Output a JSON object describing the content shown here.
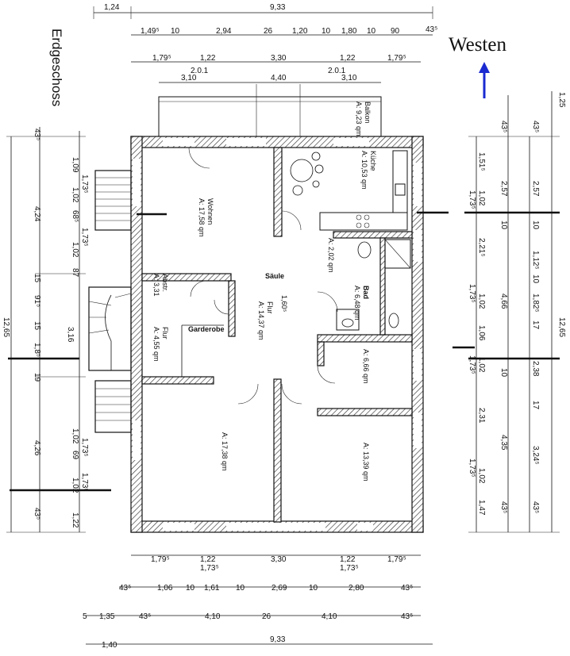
{
  "title": "Erdgeschoss",
  "compass": {
    "label": "Westen",
    "arrow_color": "#1a2ad0"
  },
  "rooms": {
    "wohnen_name": "Wohnen",
    "wohnen_area": "A: 17,58 qm",
    "kueche_name": "Küche",
    "kueche_area": "A: 10,53 qm",
    "balkon_name": "Balkon",
    "balkon_area": "A: 9,23 qm",
    "wc_area": "A: 2,02 qm",
    "bad_name": "Bad",
    "bad_area": "A: 6,48 qm",
    "abstr_name": "Abstr.",
    "abstr_area": "A: 3,31",
    "flur1_name": "Flur",
    "flur1_area": "A: 4,55 qm",
    "flur2_name": "Flur",
    "flur2_area": "A: 14,37 qm",
    "saeule": "Säule",
    "saeule_dim": "1,60⁵",
    "garderobe": "Garderobe",
    "room_e_area": "A: 6,66 qm",
    "room_sw_area": "A: 17,38 qm",
    "room_se_area": "A: 13,39 qm"
  },
  "marks": {
    "left": "2.0.1",
    "right": "2.0.1"
  },
  "top_dims": {
    "r1_left": "1,24",
    "r1_total": "9,33",
    "r2": [
      "1,49⁵",
      "10",
      "2,94",
      "26",
      "1,20",
      "10",
      "1,80",
      "10",
      "90",
      "43⁵"
    ],
    "r3": [
      "1,79⁵",
      "1,22",
      "3,30",
      "1,22",
      "1,79⁵"
    ],
    "r4": [
      "3,10",
      "4,40",
      "3,10"
    ]
  },
  "bottom_dims": {
    "r1": [
      "1,79⁵",
      "1,22",
      "3,30",
      "1,22",
      "1,79⁵"
    ],
    "r1_sub": [
      "1,73⁵",
      "1,73⁵"
    ],
    "r2": [
      "43⁵",
      "1,06",
      "10",
      "1,61",
      "10",
      "2,69",
      "10",
      "2,80",
      "43⁵"
    ],
    "r3": [
      "5",
      "1,35",
      "43⁵",
      "4,10",
      "26",
      "4,10",
      "43⁵"
    ],
    "r4": [
      "1,40",
      "9,33"
    ]
  },
  "left_dims": {
    "inner": [
      "43⁵",
      "1,09",
      "1,73⁵",
      "1,02",
      "68⁵",
      "1,73⁵",
      "1,02",
      "87",
      "15",
      "91⁵",
      "15",
      "1,8⁵",
      "19",
      "1,02",
      "1,73⁵",
      "69",
      "1,73⁵",
      "1,02",
      "43⁵",
      "1,22"
    ],
    "mid": [
      "4,24",
      "3,16",
      "4,26"
    ],
    "outer": "12,65"
  },
  "right_dims": {
    "inner": [
      "43⁵",
      "1,51⁵",
      "1,73⁵",
      "1,02",
      "10",
      "2,21⁵",
      "1,73⁵",
      "1,02",
      "1,06",
      "1,02",
      "1,73⁵",
      "10",
      "2,31",
      "1,73⁵",
      "1,02",
      "1,47",
      "43⁵"
    ],
    "mid": [
      "43⁵",
      "2,57",
      "10",
      "1,12⁵",
      "10",
      "1,82⁵",
      "17",
      "2,38",
      "17",
      "3,24⁵",
      "43⁵"
    ],
    "mid2": [
      "2,57",
      "4,66",
      "4,35"
    ],
    "outer_top": "1,25",
    "outer": "12,65"
  }
}
